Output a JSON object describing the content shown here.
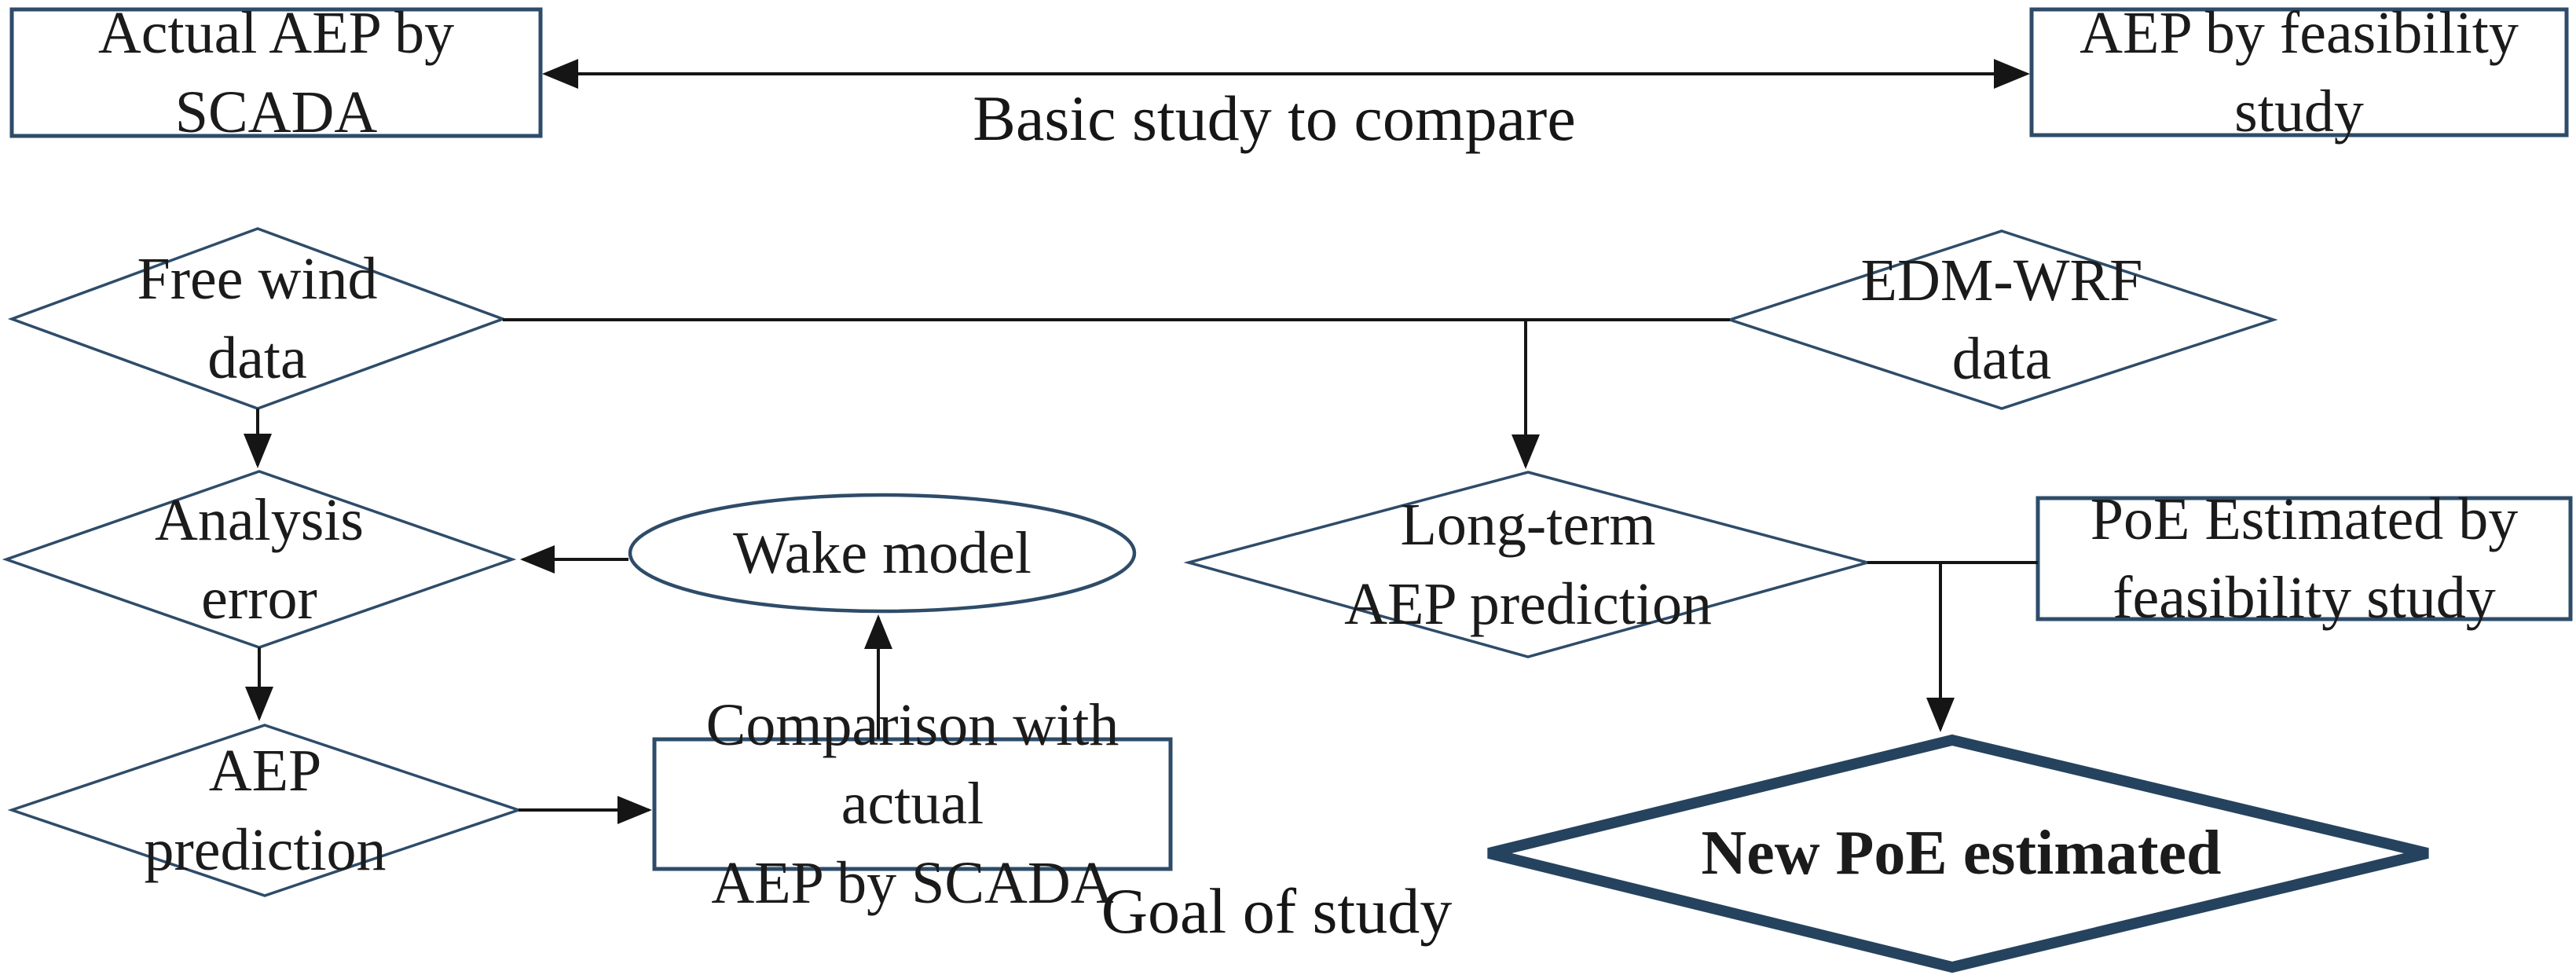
{
  "diagram": {
    "kind": "flowchart",
    "colors": {
      "background": "#ffffff",
      "thin_shape_stroke": "#2e4c69",
      "bold_shape_stroke": "#25435e",
      "connector_stroke": "#151515",
      "text": "#1b1b1b",
      "shape_fill": "#ffffff"
    },
    "nodes": {
      "actual_aep_box": {
        "label": "Actual AEP by SCADA",
        "shape": "rectangle"
      },
      "aep_feasibility_box": {
        "label": "AEP by feasibility study",
        "shape": "rectangle"
      },
      "free_wind_diamond": {
        "label": "Free wind\ndata",
        "shape": "diamond"
      },
      "edm_wrf_diamond": {
        "label": "EDM-WRF\ndata",
        "shape": "diamond"
      },
      "analysis_error_diamond": {
        "label": "Analysis\nerror",
        "shape": "diamond"
      },
      "wake_model_ellipse": {
        "label": "Wake model",
        "shape": "ellipse"
      },
      "long_term_diamond": {
        "label": "Long-term\nAEP prediction",
        "shape": "diamond"
      },
      "poe_estimated_box": {
        "label": "PoE Estimated by\nfeasibility study",
        "shape": "rectangle"
      },
      "aep_prediction_diamond": {
        "label": "AEP\nprediction",
        "shape": "diamond"
      },
      "comparison_box": {
        "label": "Comparison with actual\nAEP by SCADA",
        "shape": "rectangle"
      },
      "new_poe_diamond": {
        "label": "New PoE estimated",
        "shape": "diamond-bold"
      }
    },
    "annotations": {
      "basic_study_label": "Basic study to compare",
      "goal_label": "Goal of study"
    },
    "connectors": [
      {
        "name": "basic-study-double-arrow",
        "from": "actual_aep_box",
        "to": "aep_feasibility_box",
        "arrows": "both"
      },
      {
        "name": "free-wind-to-edm-wrf-line",
        "from": "free_wind_diamond",
        "to": "edm_wrf_diamond",
        "arrows": "none"
      },
      {
        "name": "branch-to-long-term-arrow",
        "from": "free-wind-to-edm-wrf-line",
        "to": "long_term_diamond",
        "arrows": "end"
      },
      {
        "name": "free-wind-to-analysis-arrow",
        "from": "free_wind_diamond",
        "to": "analysis_error_diamond",
        "arrows": "end"
      },
      {
        "name": "wake-model-to-analysis-arrow",
        "from": "wake_model_ellipse",
        "to": "analysis_error_diamond",
        "arrows": "end"
      },
      {
        "name": "analysis-to-aep-prediction-arrow",
        "from": "analysis_error_diamond",
        "to": "aep_prediction_diamond",
        "arrows": "end"
      },
      {
        "name": "aep-prediction-to-comparison-arrow",
        "from": "aep_prediction_diamond",
        "to": "comparison_box",
        "arrows": "end"
      },
      {
        "name": "comparison-to-wake-model-arrow",
        "from": "comparison_box",
        "to": "wake_model_ellipse",
        "arrows": "end"
      },
      {
        "name": "long-term-to-poe-line",
        "from": "long_term_diamond",
        "to": "poe_estimated_box",
        "arrows": "none"
      },
      {
        "name": "branch-to-new-poe-arrow",
        "from": "long-term-to-poe-line",
        "to": "new_poe_diamond",
        "arrows": "end"
      }
    ]
  }
}
